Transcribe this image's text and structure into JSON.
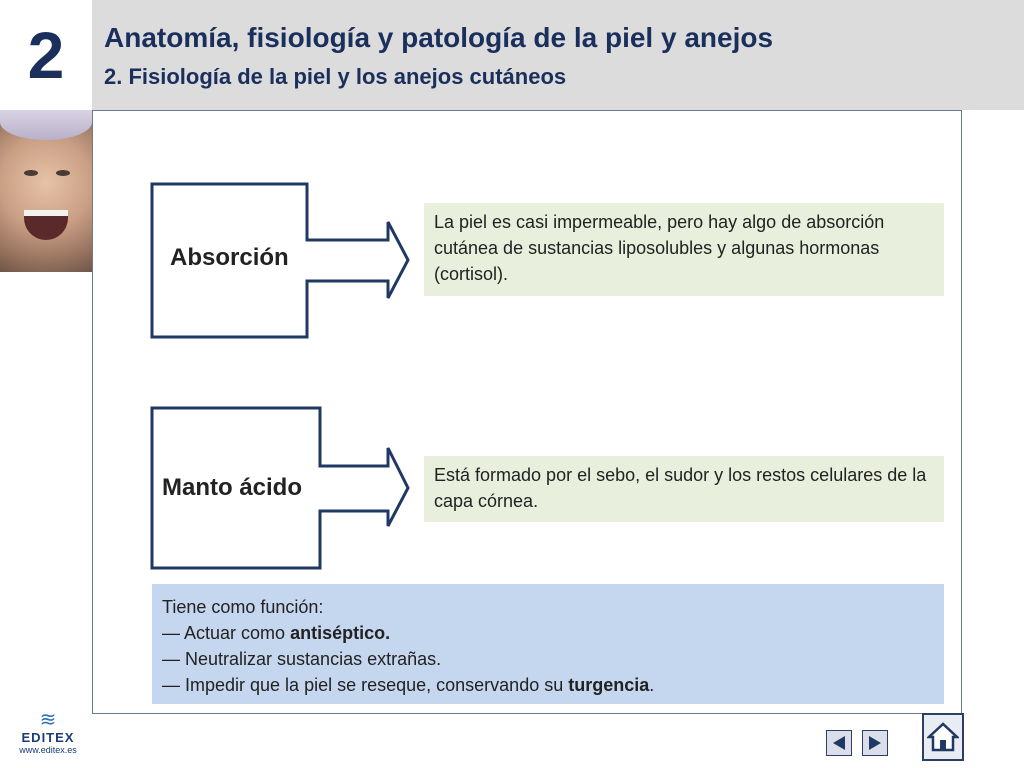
{
  "header": {
    "chapter_number": "2",
    "title": "Anatomía, fisiología y patología de la piel y anejos",
    "subtitle": "2. Fisiología de la piel y los anejos cutáneos"
  },
  "diagram": {
    "items": [
      {
        "term": "Absorción",
        "description": "La piel es casi impermeable, pero hay algo de absorción cutánea de sustancias liposolubles y algunas hormonas (cortisol)."
      },
      {
        "term": "Manto ácido",
        "description": "Está formado por el sebo, el sudor y los restos celulares de la capa córnea."
      }
    ],
    "function_box": {
      "intro": "Tiene como función:",
      "line1_prefix": "— Actuar como ",
      "line1_bold": "antiséptico.",
      "line2": "— Neutralizar sustancias extrañas.",
      "line3_prefix": "— Impedir que la piel se reseque, conservando su ",
      "line3_bold": "turgencia",
      "line3_suffix": "."
    }
  },
  "footer": {
    "logo_name": "EDITEX",
    "logo_url": "www.editex.es",
    "prev_icon": "triangle-left-icon",
    "next_icon": "triangle-right-icon",
    "home_icon": "house-icon"
  },
  "colors": {
    "header_bg": "#dcdcdc",
    "title": "#1a2f5c",
    "description_box": "#e8efdd",
    "function_box": "#c5d6ef",
    "outline": "#1f3864"
  }
}
